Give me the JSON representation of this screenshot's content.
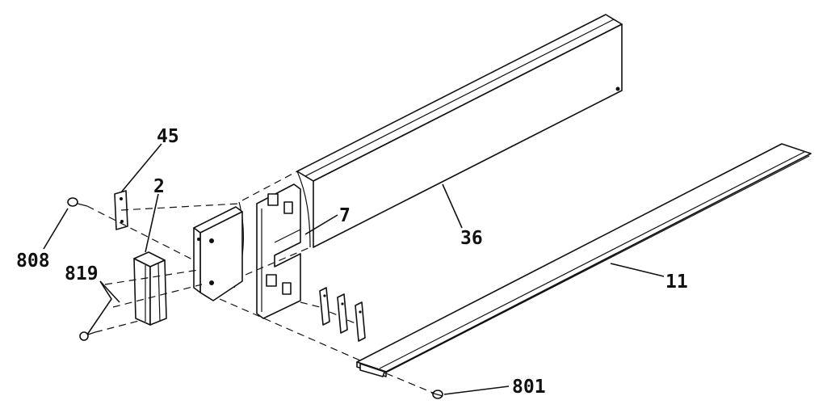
{
  "callouts": {
    "c45": "45",
    "c2": "2",
    "c808": "808",
    "c819": "819",
    "c7": "7",
    "c36": "36",
    "c11": "11",
    "c801": "801"
  },
  "colors": {
    "ink": "#111111",
    "paper": "#ffffff"
  }
}
